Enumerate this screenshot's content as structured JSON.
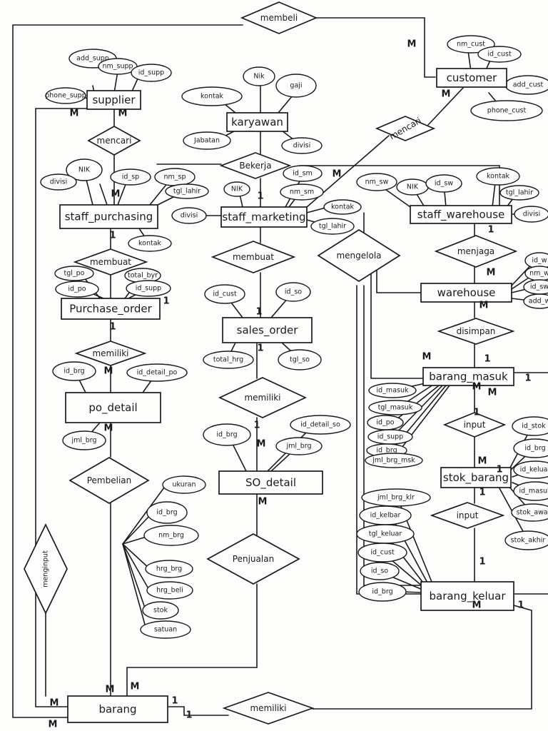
{
  "entities": {
    "supplier": "supplier",
    "karyawan": "karyawan",
    "customer": "customer",
    "staff_purchasing": "staff_purchasing",
    "staff_marketing": "staff_marketing",
    "staff_warehouse": "staff_warehouse",
    "purchase_order": "Purchase_order",
    "sales_order": "sales_order",
    "warehouse": "warehouse",
    "po_detail": "po_detail",
    "so_detail": "SO_detail",
    "barang_masuk": "barang_masuk",
    "stok_barang": "stok_barang",
    "barang_keluar": "barang_keluar",
    "barang": "barang"
  },
  "relationships": {
    "membeli": "membeli",
    "mencari_sup": "mencari",
    "mencari_cust": "mencari",
    "bekerja": "Bekerja",
    "membuat_po": "membuat",
    "membuat_so": "membuat",
    "mengelola": "mengelola",
    "menjaga": "menjaga",
    "disimpan": "disimpan",
    "memiliki_po": "memiliki",
    "memiliki_so": "memiliki",
    "input_masuk": "input",
    "input_keluar": "input",
    "pembelian": "Pembelian",
    "penjualan": "Penjualan",
    "memiliki_bottom": "memiliki",
    "menginput": "menginput"
  },
  "attributes": {
    "supplier": [
      "add_supp",
      "nm_supp",
      "id_supp",
      "phone_supp"
    ],
    "customer": [
      "nm_cust",
      "id_cust",
      "add_cust",
      "phone_cust"
    ],
    "karyawan": [
      "Nik",
      "gaji",
      "kontak",
      "Jabatan",
      "divisi"
    ],
    "staff_purchasing": [
      "NIK",
      "divisi",
      "id_sp",
      "nm_sp",
      "tgl_lahir",
      "kontak"
    ],
    "staff_marketing": [
      "NIK",
      "id_sm",
      "nm_sm",
      "divisi",
      "kontak",
      "tgl_lahir"
    ],
    "staff_warehouse": [
      "nm_sw",
      "NIK",
      "id_sw",
      "kontak",
      "tgl_lahir",
      "divisi"
    ],
    "warehouse": [
      "id_w",
      "nm_w",
      "id_sw",
      "add_w"
    ],
    "purchase_order": [
      "tgl_po",
      "id_po",
      "total_byr",
      "id_supp"
    ],
    "sales_order": [
      "id_cust",
      "id_so",
      "total_hrg",
      "tgl_so"
    ],
    "po_detail": [
      "id_brg",
      "id_detail_po",
      "jml_brg"
    ],
    "so_detail": [
      "id_brg",
      "id_detail_so",
      "jml_brg"
    ],
    "barang_masuk": [
      "id_masuk",
      "tgl_masuk",
      "id_po",
      "id_supp",
      "id_brg",
      "jml_brg_msk"
    ],
    "stok_barang": [
      "id_stok",
      "id_brg",
      "id_keluar",
      "id_masuk",
      "stok_awal",
      "stok_akhir"
    ],
    "barang_keluar": [
      "jml_brg_klr",
      "id_kelbar",
      "tgl_keluar",
      "id_cust",
      "id_so",
      "id_brg"
    ],
    "barang": [
      "ukuran",
      "id_brg",
      "nm_brg",
      "hrg_brg",
      "hrg_beli",
      "stok",
      "satuan"
    ]
  },
  "cardinalities": [
    "M",
    "M",
    "M",
    "M",
    "M",
    "1",
    "1",
    "1",
    "1",
    "1",
    "1",
    "M",
    "1",
    "M",
    "M",
    "1",
    "1",
    "M",
    "M",
    "1",
    "M",
    "M",
    "M",
    "1",
    "1",
    "M",
    "M",
    "M",
    "1",
    "1",
    "1",
    "M",
    "M",
    "1",
    "1",
    "M",
    "M",
    "M"
  ]
}
